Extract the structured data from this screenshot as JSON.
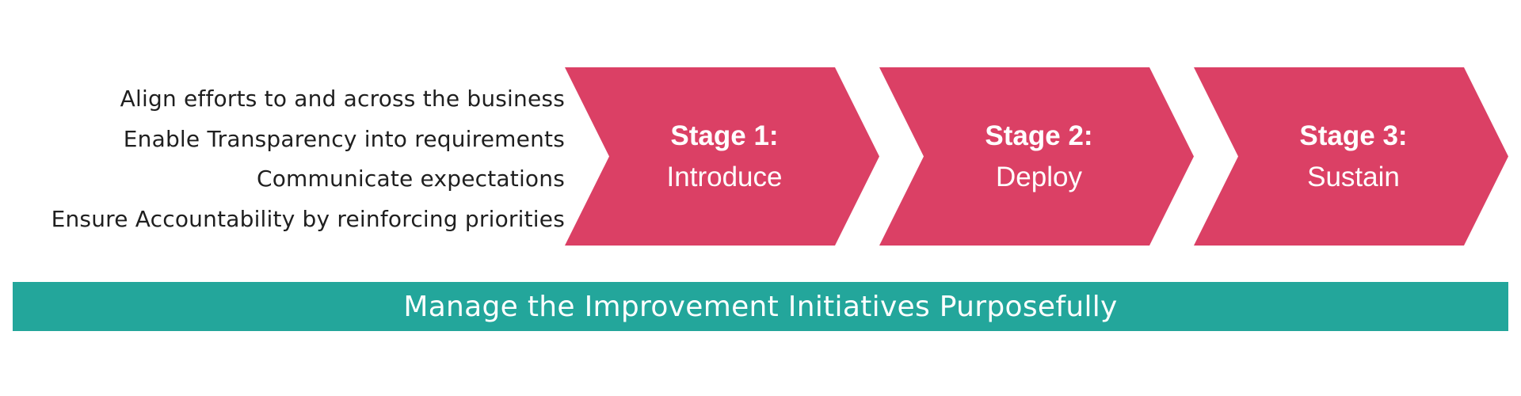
{
  "goals": [
    "Align efforts to and across the business",
    "Enable Transparency into requirements",
    "Communicate expectations",
    "Ensure Accountability by reinforcing priorities"
  ],
  "stages": [
    {
      "title": "Stage 1:",
      "name": "Introduce"
    },
    {
      "title": "Stage 2:",
      "name": "Deploy"
    },
    {
      "title": "Stage 3:",
      "name": "Sustain"
    }
  ],
  "banner": {
    "text": "Manage the Improvement Initiatives Purposefully"
  },
  "colors": {
    "stage_fill": "#DB4065",
    "banner_fill": "#23A69B",
    "text_dark": "#1F1F1F",
    "text_light": "#FFFFFF"
  }
}
